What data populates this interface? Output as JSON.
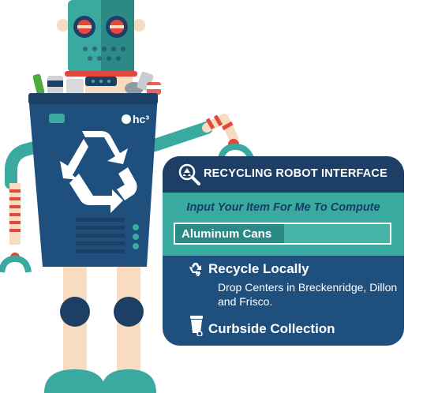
{
  "robot": {
    "logo_text": "hc³",
    "body_icon": "recycle-icon",
    "colors": {
      "bin": "#1f4f7c",
      "teal": "#3aa9a0",
      "skin": "#f7dcc0",
      "red": "#e4483c"
    }
  },
  "panel": {
    "header_icon": "magnifier-recycle-icon",
    "title": "RECYCLING ROBOT INTERFACE",
    "prompt": "Input Your Item For Me To Compute",
    "item_value": "Aluminum Cans",
    "options": [
      {
        "icon": "recycle-icon",
        "label": "Recycle Locally",
        "description": "Drop Centers in Breckenridge, Dillon and Frisco."
      },
      {
        "icon": "trash-cart-icon",
        "label": "Curbside Collection"
      }
    ]
  }
}
